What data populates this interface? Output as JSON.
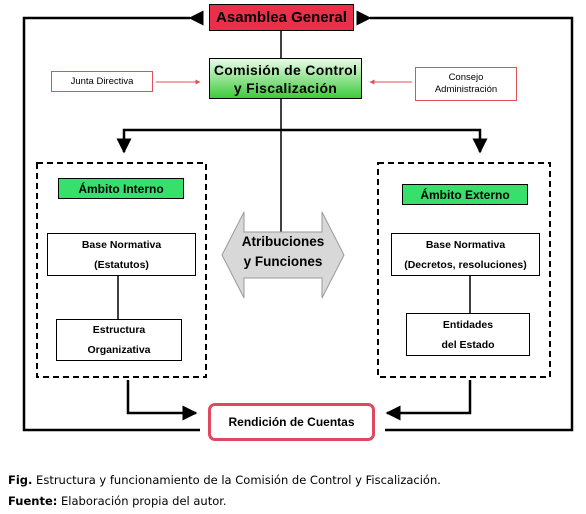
{
  "diagram": {
    "asamblea": "Asamblea General",
    "comision": [
      "Comisión de Control",
      "y Fiscalización"
    ],
    "junta": "Junta Directiva",
    "consejo": [
      "Consejo",
      "Administración"
    ],
    "ambito_interno": "Ámbito Interno",
    "ambito_externo": "Ámbito Externo",
    "base_interna": [
      "Base Normativa",
      "(Estatutos)"
    ],
    "estructura": [
      "Estructura",
      "Organizativa"
    ],
    "base_externa": [
      "Base Normativa",
      "(Decretos, resoluciones)"
    ],
    "entidades": [
      "Entidades",
      "del Estado"
    ],
    "atribuciones": [
      "Atribuciones",
      "y Funciones"
    ],
    "rendicion": "Rendición de Cuentas"
  },
  "caption": {
    "fig_label": "Fig.",
    "fig_text": " Estructura y funcionamiento de la Comisión de Control y Fiscalización.",
    "source_label": "Fuente:",
    "source_text": " Elaboración propia del autor."
  },
  "colors": {
    "asamblea": "#e8304a",
    "green": "#37e06a",
    "arrow_red": "#e0505a",
    "rendicion_border": "#e04860",
    "atrib_gray": "#d8d8d8"
  }
}
